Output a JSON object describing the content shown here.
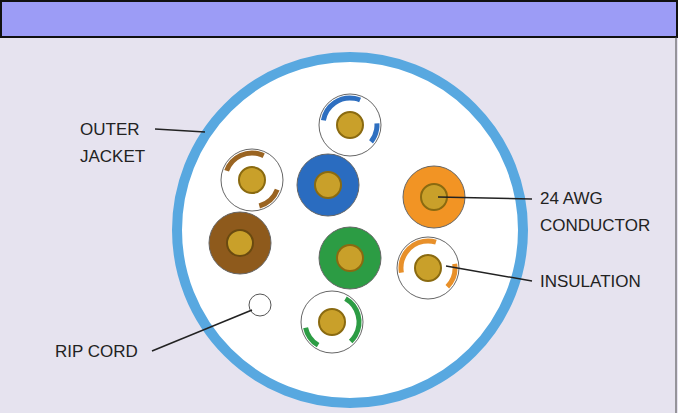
{
  "diagram": {
    "labels": [
      "OUTER JACKET",
      "24 AWG CONDUCTOR",
      "INSULATION",
      "RIP CORD"
    ]
  }
}
